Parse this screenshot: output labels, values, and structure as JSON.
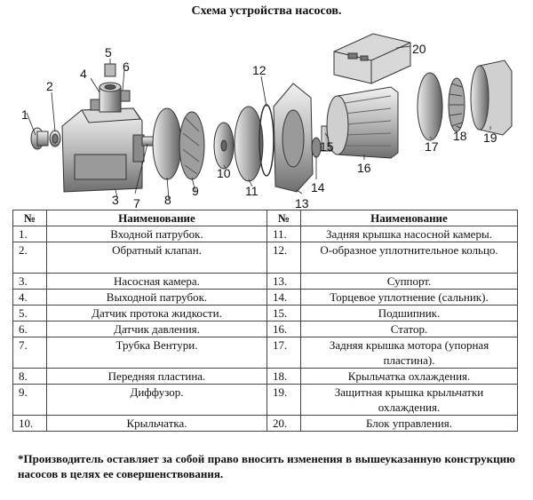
{
  "title": "Схема устройства насосов.",
  "callouts": [
    "1",
    "2",
    "3",
    "4",
    "5",
    "6",
    "7",
    "8",
    "9",
    "10",
    "11",
    "12",
    "13",
    "14",
    "15",
    "16",
    "17",
    "18",
    "19",
    "20"
  ],
  "table": {
    "headers": [
      "№",
      "Наименование",
      "№",
      "Наименование"
    ],
    "rows": [
      {
        "n1": "1.",
        "name1": "Входной патрубок.",
        "n2": "11.",
        "name2": "Задняя крышка насосной камеры."
      },
      {
        "n1": "2.",
        "name1": "Обратный клапан.",
        "n2": "12.",
        "name2": "О-образное уплотнительное кольцо."
      },
      {
        "n1": "3.",
        "name1": "Насосная камера.",
        "n2": "13.",
        "name2": "Суппорт."
      },
      {
        "n1": "4.",
        "name1": "Выходной патрубок.",
        "n2": "14.",
        "name2": "Торцевое уплотнение (сальник)."
      },
      {
        "n1": "5.",
        "name1": "Датчик протока жидкости.",
        "n2": "15.",
        "name2": "Подшипник."
      },
      {
        "n1": "6.",
        "name1": "Датчик давления.",
        "n2": "16.",
        "name2": "Статор."
      },
      {
        "n1": "7.",
        "name1": "Трубка Вентури.",
        "n2": "17.",
        "name2": "Задняя крышка мотора (упорная пластина)."
      },
      {
        "n1": "8.",
        "name1": "Передняя пластина.",
        "n2": "18.",
        "name2": "Крыльчатка охлаждения."
      },
      {
        "n1": "9.",
        "name1": "Диффузор.",
        "n2": "19.",
        "name2": "Защитная крышка крыльчатки охлаждения."
      },
      {
        "n1": "10.",
        "name1": "Крыльчатка.",
        "n2": "20.",
        "name2": "Блок управления."
      }
    ]
  },
  "note": "*Производитель оставляет за собой право вносить изменения в вышеуказанную конструкцию насосов в целях ее совершенствования."
}
